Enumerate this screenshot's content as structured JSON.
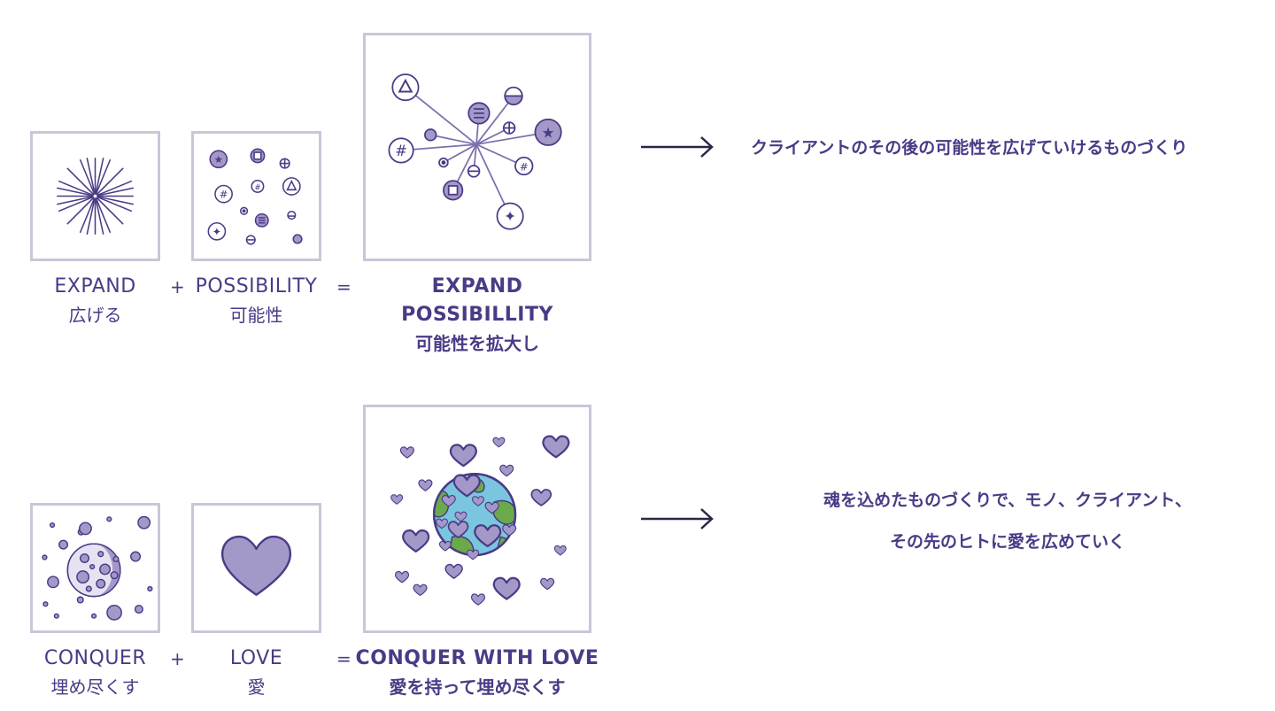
{
  "row1": {
    "box1": {
      "en": "EXPAND",
      "jp": "広げる"
    },
    "plus": "+",
    "box2": {
      "en": "POSSIBILITY",
      "jp": "可能性"
    },
    "equals": "=",
    "result": {
      "en": "EXPAND POSSIBILLITY",
      "jp": "可能性を拡大し"
    },
    "description": "クライアントのその後の可能性を広げていけるものづくり"
  },
  "row2": {
    "box1": {
      "en": "CONQUER",
      "jp": "埋め尽くす"
    },
    "plus": "+",
    "box2": {
      "en": "LOVE",
      "jp": "愛"
    },
    "equals": "=",
    "result": {
      "en": "CONQUER WITH LOVE",
      "jp": "愛を持って埋め尽くす"
    },
    "description_line1": "魂を込めたものづくりで、モノ、クライアント、",
    "description_line2": "その先のヒトに愛を広めていく"
  },
  "colors": {
    "primary": "#4b3a86",
    "fill": "#a498c8",
    "border": "#c9c6da",
    "ocean": "#79c6de",
    "land": "#6aaa4b"
  }
}
